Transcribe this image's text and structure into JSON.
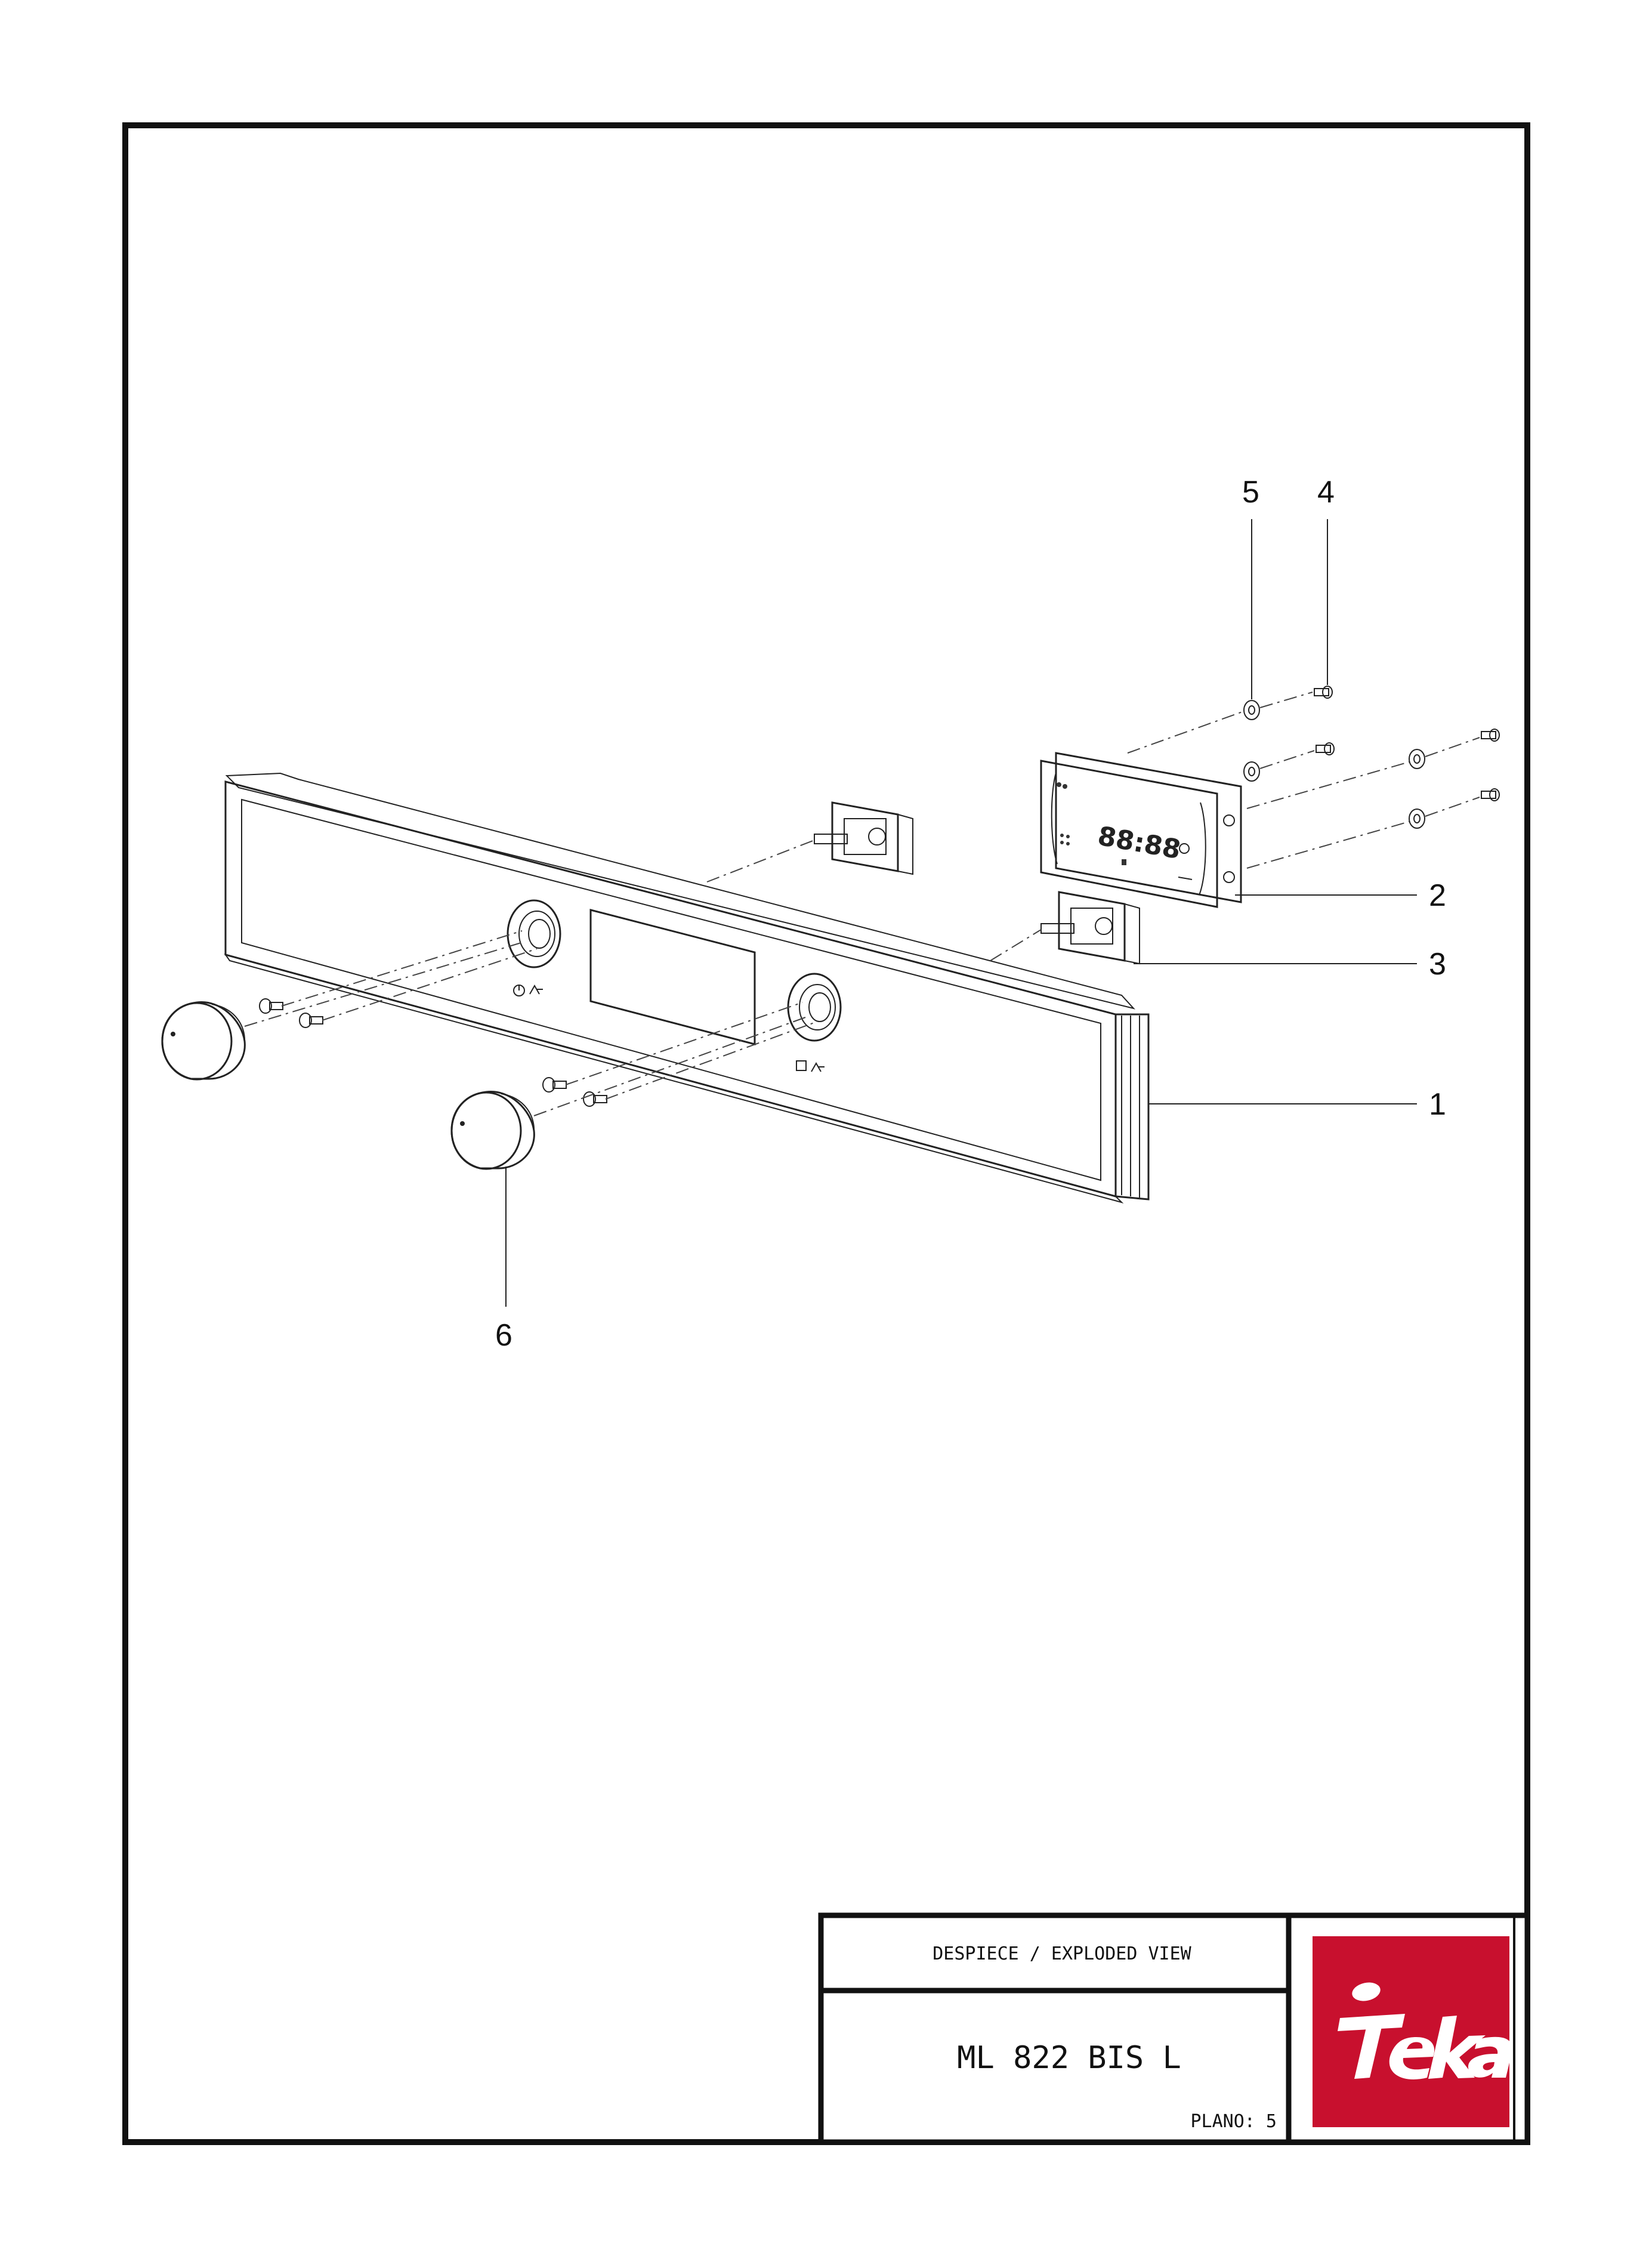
{
  "drawing": {
    "callouts": [
      {
        "id": "1",
        "label": "1"
      },
      {
        "id": "2",
        "label": "2"
      },
      {
        "id": "3",
        "label": "3"
      },
      {
        "id": "4",
        "label": "4"
      },
      {
        "id": "5",
        "label": "5"
      },
      {
        "id": "6",
        "label": "6"
      }
    ],
    "display_digits": "88:88"
  },
  "title_block": {
    "heading": "DESPIECE / EXPLODED VIEW",
    "model": "ML 822 BIS L",
    "sheet": "PLANO: 5"
  },
  "brand": {
    "name": "Teka",
    "logo_bg": "#c8102e",
    "logo_fg": "#ffffff"
  }
}
